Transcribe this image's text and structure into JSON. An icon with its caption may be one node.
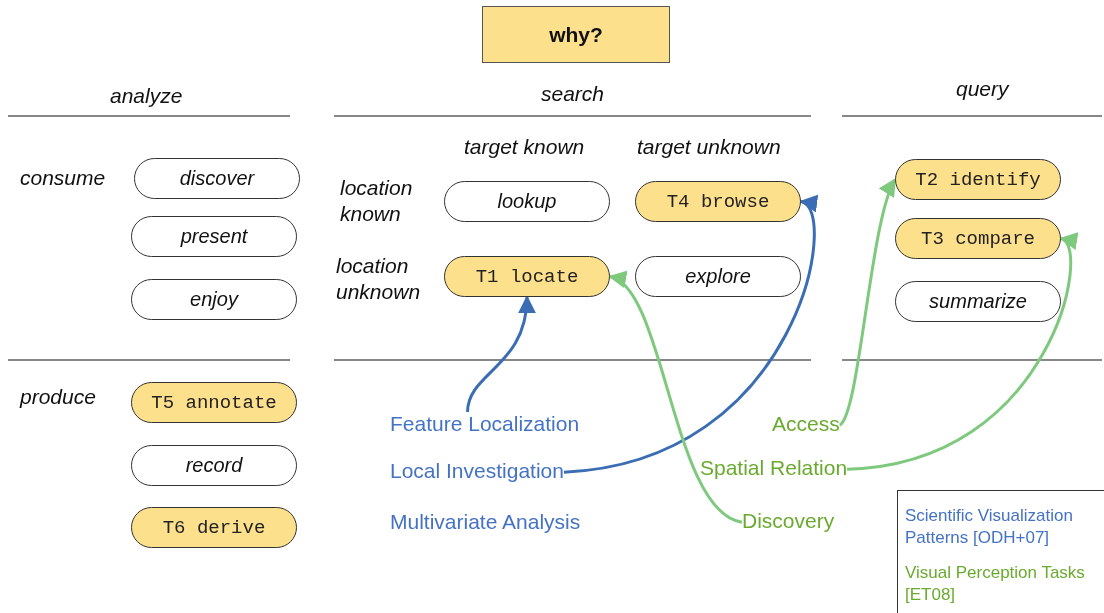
{
  "diagram": {
    "nodes": [
      {
        "text": [
          "why?"
        ]
      },
      {
        "text": [
          "discover"
        ]
      },
      {
        "text": [
          "present"
        ]
      },
      {
        "text": [
          "enjoy"
        ]
      },
      {
        "text": [
          "T5 annotate"
        ]
      },
      {
        "text": [
          "record"
        ]
      },
      {
        "text": [
          "T6 derive"
        ]
      },
      {
        "text": [
          "lookup"
        ]
      },
      {
        "text": [
          "T4 browse"
        ]
      },
      {
        "text": [
          "T1 locate"
        ]
      },
      {
        "text": [
          "explore"
        ]
      },
      {
        "text": [
          "T2 identify"
        ]
      },
      {
        "text": [
          "T3 compare"
        ]
      },
      {
        "text": [
          "summarize"
        ]
      },
      {
        "text": [
          "Feature Localization"
        ]
      },
      {
        "text": [
          "Local Investigation"
        ]
      },
      {
        "text": [
          "Access"
        ]
      },
      {
        "text": [
          "Spatial Relation"
        ]
      },
      {
        "text": [
          "Discovery"
        ]
      }
    ],
    "edges": [
      {
        "from": 14,
        "to": 9,
        "arrow": "to",
        "color": "#3b6db4"
      },
      {
        "from": 15,
        "to": 8,
        "arrow": "to",
        "color": "#3b6db4"
      },
      {
        "from": 16,
        "to": 11,
        "arrow": "to",
        "color": "#7fc97f"
      },
      {
        "from": 17,
        "to": 12,
        "arrow": "to",
        "color": "#7fc97f"
      },
      {
        "from": 18,
        "to": 9,
        "arrow": "to",
        "color": "#7fc97f"
      }
    ],
    "labels": [
      "analyze",
      "search",
      "query",
      "target known",
      "target unknown",
      "consume",
      "location known",
      "location unknown",
      "produce",
      "Multivariate Analysis"
    ],
    "legend": [
      {
        "text": "Scientific Visualization Patterns [ODH+07]",
        "color": "#4472c4"
      },
      {
        "text": "Visual Perception Tasks [ET08]",
        "color": "#6aaa2e"
      }
    ]
  }
}
